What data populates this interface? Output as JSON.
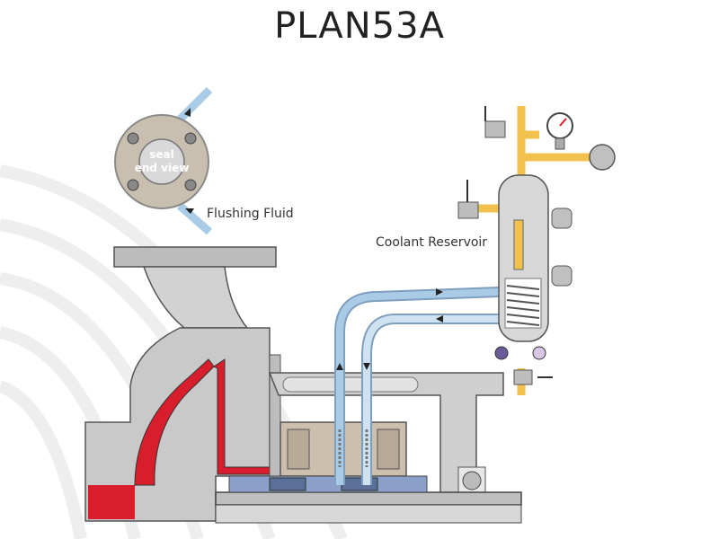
{
  "title": "PLAN53A",
  "labels": {
    "seal_view_line1": "seal",
    "seal_view_line2": "end view",
    "flushing_fluid": "Flushing Fluid",
    "coolant_reservoir": "Coolant Reservoir"
  },
  "colors": {
    "pipe_light_blue": "#a9cbe6",
    "pipe_outline": "#7f9fbf",
    "gas_line_yellow": "#f2c14e",
    "process_red": "#d81e2c",
    "casing_gray": "#c9c9c9",
    "casing_dark": "#8a8a8a",
    "seal_tan": "#cdbfae",
    "seal_view_beige": "#c8bfb0"
  }
}
